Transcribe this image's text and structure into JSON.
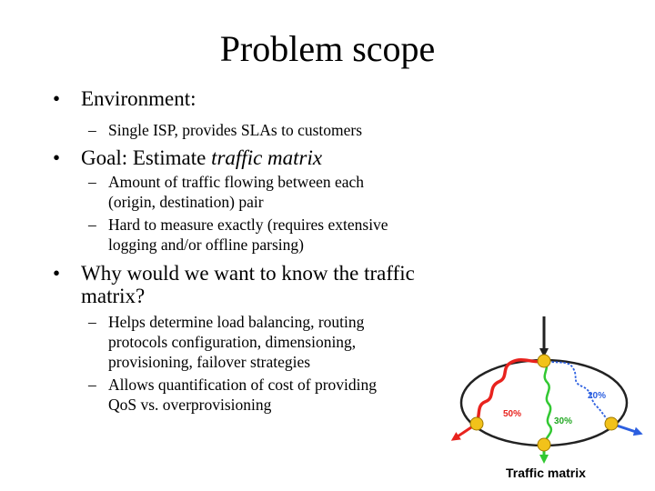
{
  "slide": {
    "title": "Problem scope",
    "bullet_char": "•",
    "dash_char": "–",
    "bullets": [
      {
        "text": "Environment:",
        "subs": [
          {
            "lines": [
              "Single ISP, provides SLAs to customers"
            ]
          }
        ]
      },
      {
        "prefix": "Goal: Estimate ",
        "emphasis": "traffic matrix",
        "subs": [
          {
            "lines": [
              "Amount of traffic flowing between each",
              "(origin, destination) pair"
            ]
          },
          {
            "lines": [
              "Hard to measure exactly (requires extensive",
              "logging and/or offline parsing)"
            ]
          }
        ]
      },
      {
        "lines": [
          "Why would we want to know the traffic",
          "matrix?"
        ],
        "subs": [
          {
            "lines": [
              "Helps determine load balancing, routing",
              "protocols configuration, dimensioning,",
              "provisioning, failover strategies"
            ]
          },
          {
            "lines": [
              "Allows quantification of cost of providing",
              "QoS vs. overprovisioning"
            ]
          }
        ]
      }
    ]
  },
  "figure": {
    "caption": "Traffic matrix",
    "labels": {
      "red": "50%",
      "green": "30%",
      "blue": "20%"
    },
    "colors": {
      "red": "#e8231e",
      "green": "#32c832",
      "blue": "#2c5fe0",
      "node": "#f2c21a",
      "ring": "#222222"
    }
  }
}
